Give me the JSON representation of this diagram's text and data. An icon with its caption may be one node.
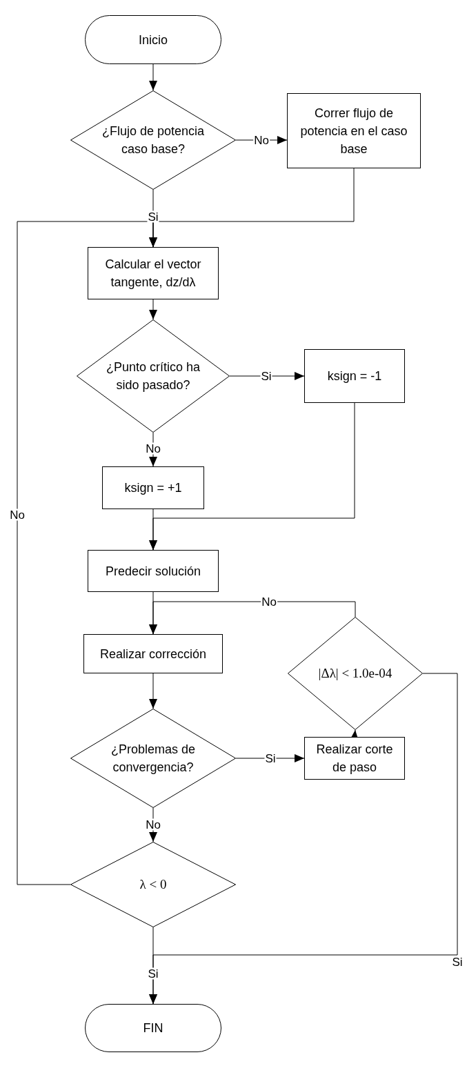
{
  "diagram": {
    "nodes": [
      {
        "text": [
          "Inicio"
        ]
      },
      {
        "text": [
          "¿Flujo de potencia caso base?"
        ]
      },
      {
        "text": [
          "Correr flujo de potencia en el caso base"
        ]
      },
      {
        "text": [
          "Calcular el vector tangente, dz/dλ"
        ]
      },
      {
        "text": [
          "¿Punto crítico ha sido pasado?"
        ]
      },
      {
        "text": [
          "ksign = -1"
        ]
      },
      {
        "text": [
          "ksign = +1"
        ]
      },
      {
        "text": [
          "Predecir solución"
        ]
      },
      {
        "text": [
          "Realizar corrección"
        ]
      },
      {
        "text": [
          "|Δλ| < 1.0e-04"
        ]
      },
      {
        "text": [
          "¿Problemas de convergencia?"
        ]
      },
      {
        "text": [
          "Realizar corte de paso"
        ]
      },
      {
        "text": [
          "λ < 0"
        ]
      },
      {
        "text": [
          "FIN"
        ]
      }
    ],
    "edges": [
      {
        "from": 0,
        "to": 1,
        "arrow": "to"
      },
      {
        "from": 1,
        "to": 2,
        "arrow": "to",
        "label": "No"
      },
      {
        "from": 1,
        "to": 3,
        "arrow": "to",
        "label": "Si"
      },
      {
        "from": 2,
        "to": 3,
        "arrow": "to"
      },
      {
        "from": 3,
        "to": 4,
        "arrow": "to"
      },
      {
        "from": 4,
        "to": 5,
        "arrow": "to",
        "label": "Si"
      },
      {
        "from": 4,
        "to": 6,
        "arrow": "to",
        "label": "No"
      },
      {
        "from": 5,
        "to": 7,
        "arrow": "to"
      },
      {
        "from": 6,
        "to": 7,
        "arrow": "to"
      },
      {
        "from": 7,
        "to": 8,
        "arrow": "to"
      },
      {
        "from": 8,
        "to": 10,
        "arrow": "to"
      },
      {
        "from": 10,
        "to": 11,
        "arrow": "to",
        "label": "Si"
      },
      {
        "from": 11,
        "to": 9,
        "arrow": "to"
      },
      {
        "from": 9,
        "to": 8,
        "arrow": "to",
        "label": "No"
      },
      {
        "from": 9,
        "to": 13,
        "arrow": "to",
        "label": "Si"
      },
      {
        "from": 10,
        "to": 12,
        "arrow": "to",
        "label": "No"
      },
      {
        "from": 12,
        "to": 13,
        "arrow": "to",
        "label": "Si"
      },
      {
        "from": 12,
        "to": 3,
        "arrow": "to",
        "label": "No"
      }
    ]
  }
}
